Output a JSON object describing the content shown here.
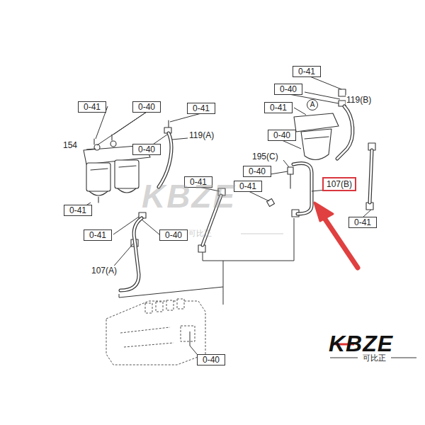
{
  "diagram": {
    "nodes": [
      {
        "text": [
          "0-41"
        ]
      },
      {
        "text": [
          "0-40"
        ]
      },
      {
        "text": [
          "0-41"
        ]
      },
      {
        "text": [
          "0-40"
        ]
      },
      {
        "text": [
          "0-41"
        ]
      },
      {
        "text": [
          "0-41"
        ]
      },
      {
        "text": [
          "A"
        ]
      },
      {
        "text": [
          "0-40"
        ]
      },
      {
        "text": [
          "0-40"
        ]
      },
      {
        "text": [
          "0-40"
        ]
      },
      {
        "text": [
          "0-41"
        ]
      },
      {
        "text": [
          "107(B)"
        ]
      },
      {
        "text": [
          "0-41"
        ]
      },
      {
        "text": [
          "0-41"
        ]
      },
      {
        "text": [
          "0-41"
        ]
      },
      {
        "text": [
          "0-41"
        ]
      },
      {
        "text": [
          "0-40"
        ]
      },
      {
        "text": [
          "0-40"
        ]
      }
    ],
    "labels": [
      "119(B)",
      "154",
      "119(A)",
      "195(C)",
      "107(A)",
      "KBZE",
      "可比正",
      "KBZE",
      "可比正"
    ]
  }
}
